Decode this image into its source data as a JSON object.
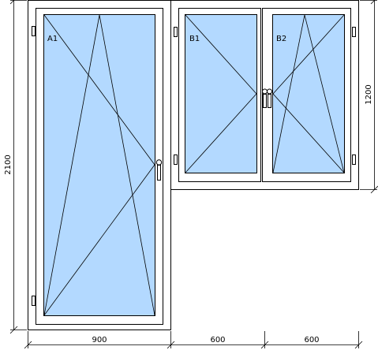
{
  "colors": {
    "glass": "#b3d9ff",
    "frame": "#ffffff",
    "line": "#000000"
  },
  "sashes": [
    {
      "label": "A1",
      "opening": "tilt-turn, hinges left"
    },
    {
      "label": "B1",
      "opening": "turn, hinges left"
    },
    {
      "label": "B2",
      "opening": "tilt-turn, hinges right"
    }
  ],
  "dimensions": {
    "bottom": [
      "900",
      "600",
      "600"
    ],
    "left": "2100",
    "right": "1200"
  }
}
